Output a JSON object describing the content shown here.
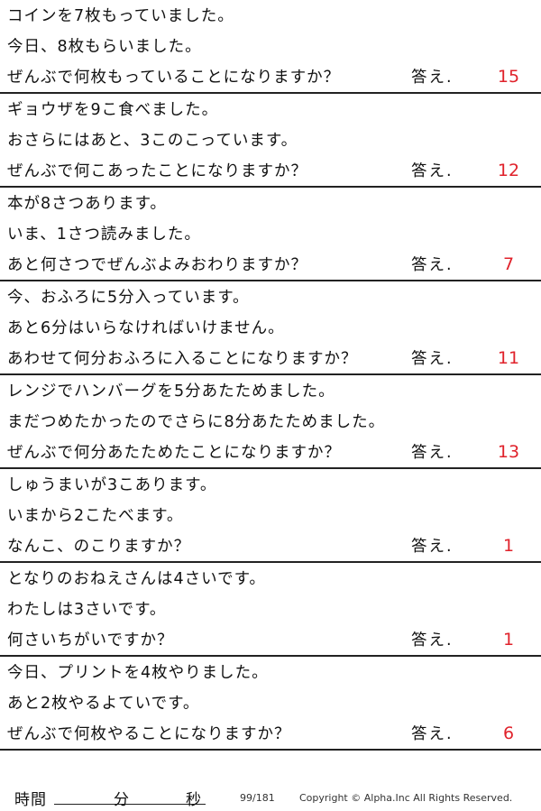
{
  "colors": {
    "answer": "#e0222b",
    "text": "#111111",
    "rule": "#222222"
  },
  "answer_label": "答え.",
  "problems": [
    {
      "lines": [
        "コインを7枚もっていました。",
        "今日、8枚もらいました。"
      ],
      "question": "ぜんぶで何枚もっていることになりますか？",
      "answer": "15"
    },
    {
      "lines": [
        "ギョウザを9こ食べました。",
        "おさらにはあと、3このこっています。"
      ],
      "question": "ぜんぶで何こあったことになりますか？",
      "answer": "12"
    },
    {
      "lines": [
        "本が8さつあります。",
        "いま、1さつ読みました。"
      ],
      "question": "あと何さつでぜんぶよみおわりますか？",
      "answer": "7"
    },
    {
      "lines": [
        "今、おふろに5分入っています。",
        "あと6分はいらなければいけません。"
      ],
      "question": "あわせて何分おふろに入ることになりますか？",
      "answer": "11"
    },
    {
      "lines": [
        "レンジでハンバーグを5分あたためました。",
        "まだつめたかったのでさらに8分あたためました。"
      ],
      "question": "ぜんぶで何分あたためたことになりますか？",
      "answer": "13"
    },
    {
      "lines": [
        "しゅうまいが3こあります。",
        "いまから2こたべます。"
      ],
      "question": "なんこ、のこりますか？",
      "answer": "1"
    },
    {
      "lines": [
        "となりのおねえさんは4さいです。",
        "わたしは3さいです。"
      ],
      "question": "何さいちがいですか？",
      "answer": "1"
    },
    {
      "lines": [
        "今日、プリントを4枚やりました。",
        "あと2枚やるよていです。"
      ],
      "question": "ぜんぶで何枚やることになりますか？",
      "answer": "6"
    }
  ],
  "footer": {
    "time_label": "時間",
    "minutes_label": "分",
    "seconds_label": "秒",
    "page": "99/181",
    "copyright": "Copyright ©  Alpha.Inc All Rights Reserved."
  }
}
